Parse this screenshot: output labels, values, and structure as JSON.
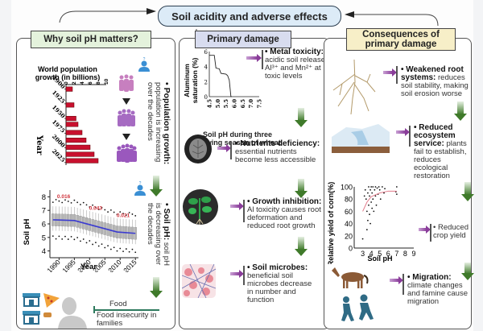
{
  "title": "Soil acidity and adverse effects",
  "panels": {
    "why": {
      "header": "Why soil pH matters?",
      "header_color": "#e4f2dc",
      "population_bullet": {
        "title": "• Population growth:",
        "text1": "population is increasing",
        "text2": "over the decades"
      },
      "ph_bullet": {
        "title": "• Soil pH:",
        "text0": " soil pH",
        "text1": "is decreasing over",
        "text2": "the decades"
      },
      "food_label": "Food",
      "food_insecurity": "Food insecurity in families"
    },
    "primary": {
      "header": "Primary damage",
      "header_color": "#d8dcef",
      "items": [
        {
          "title": "• Metal toxicity:",
          "lines": [
            "acidic soil release",
            "Al³⁺ and Mn²⁺ at",
            "toxic levels"
          ]
        },
        {
          "title": "• Nutrients deficiency:",
          "lines": [
            "essential nutrients",
            "become less accessible"
          ]
        },
        {
          "title": "• Growth inhibition:",
          "lines": [
            "Al toxicity causes root",
            "deformation and",
            "reduced root growth"
          ]
        },
        {
          "title": "• Soil microbes:",
          "lines": [
            "beneficial soil",
            "microbes decrease",
            "in number and",
            "function"
          ]
        }
      ]
    },
    "consequences": {
      "header_line1": "Consequences of",
      "header_line2": "primary damage",
      "header_color": "#f7efc8",
      "items": [
        {
          "title": "• Weakened root",
          "title2": "systems:",
          "rest": " reduces",
          "lines": [
            "soil stability, making",
            "soil erosion worse"
          ]
        },
        {
          "title": "• Reduced",
          "title2": "ecosystem",
          "title3": "service:",
          "rest": " plants",
          "lines": [
            "fail to establish,",
            "reduces",
            "ecological",
            "restoration"
          ]
        },
        {
          "title": "• Reduced",
          "lines": [
            "crop yield"
          ]
        },
        {
          "title": "• Migration:",
          "lines": [
            "climate changes",
            "and famine cause",
            "migration"
          ]
        }
      ]
    }
  },
  "chart_data": [
    {
      "type": "bar",
      "title": "World population growth (in billions)",
      "ylabel": "Year",
      "orientation": "horizontal",
      "tick_labels_year": [
        "1900",
        "1925",
        "1950",
        "1975",
        "2000",
        "2025"
      ],
      "value_ticks": [
        "0",
        "2",
        "4",
        "6",
        "8",
        "10"
      ],
      "xlim": [
        0,
        10
      ],
      "years": [
        1900,
        1927,
        1950,
        1960,
        1974,
        1987,
        1999,
        2011,
        2022
      ],
      "values": [
        1.6,
        2.0,
        2.5,
        3.0,
        4.0,
        5.0,
        6.0,
        7.0,
        8.0
      ],
      "color": "#c8102e"
    },
    {
      "type": "box",
      "title": "",
      "xlabel": "Year",
      "ylabel": "Soil pH",
      "xlim": [
        1987,
        2016
      ],
      "ylim": [
        3.5,
        8.5
      ],
      "x_ticks": [
        "1990",
        "1995",
        "2000",
        "2005",
        "2010",
        "2015"
      ],
      "y_ticks": [
        "4",
        "5",
        "6",
        "7",
        "8"
      ],
      "trend": {
        "x": [
          1988,
          1995,
          2009,
          2015
        ],
        "y": [
          6.3,
          6.25,
          5.4,
          5.3
        ]
      },
      "annotations": [
        {
          "text": "0.016",
          "x": 1991.5,
          "y": 7.9
        },
        {
          "text": "0.043",
          "x": 2002,
          "y": 7.05
        },
        {
          "text": "0.021",
          "x": 2011,
          "y": 6.5
        }
      ],
      "annotation_color": "#d0343c",
      "trend_color": "#3b3bd0"
    },
    {
      "type": "line",
      "title": "",
      "xlabel": "Soil pH during three growing season of wheat",
      "ylabel": "Aluminum saturation (%)",
      "xlim": [
        4.5,
        7.5
      ],
      "ylim": [
        0,
        6
      ],
      "x_ticks": [
        "4.5",
        "5.0",
        "5.5",
        "6.0",
        "6.5",
        "7.0",
        "7.5"
      ],
      "y_ticks": [
        "0",
        "2",
        "4",
        "6"
      ],
      "x": [
        4.5,
        4.8,
        4.9,
        5.1,
        5.2,
        5.5,
        5.6,
        5.7,
        5.8,
        5.85
      ],
      "y": [
        5.5,
        5.5,
        3.8,
        3.7,
        3.1,
        3.0,
        2.8,
        2.2,
        0,
        0
      ]
    },
    {
      "type": "scatter",
      "title": "",
      "xlabel": "Soil pH",
      "ylabel": "Relative yield of corn(%)",
      "xlim": [
        2,
        9
      ],
      "ylim": [
        0,
        100
      ],
      "x_ticks": [
        "3",
        "4",
        "5",
        "6",
        "7",
        "8",
        "9"
      ],
      "y_ticks": [
        "0",
        "20",
        "40",
        "60",
        "80",
        "100"
      ],
      "fit": {
        "x": [
          3,
          3.5,
          4,
          5,
          6,
          7
        ],
        "y": [
          60,
          75,
          84,
          90,
          93,
          93
        ]
      },
      "fit_color": "#e27a8a",
      "points": [
        [
          3,
          15
        ],
        [
          3.2,
          85
        ],
        [
          3.3,
          95
        ],
        [
          3.4,
          80
        ],
        [
          3.5,
          60
        ],
        [
          3.5,
          30
        ],
        [
          3.6,
          45
        ],
        [
          3.6,
          90
        ],
        [
          3.7,
          100
        ],
        [
          3.7,
          70
        ],
        [
          3.8,
          55
        ],
        [
          3.8,
          85
        ],
        [
          3.9,
          95
        ],
        [
          3.9,
          40
        ],
        [
          4,
          100
        ],
        [
          4,
          75
        ],
        [
          4.1,
          65
        ],
        [
          4.1,
          90
        ],
        [
          4.2,
          100
        ],
        [
          4.2,
          80
        ],
        [
          4.3,
          60
        ],
        [
          4.4,
          95
        ],
        [
          4.5,
          100
        ],
        [
          4.5,
          85
        ],
        [
          4.6,
          70
        ],
        [
          4.7,
          98
        ],
        [
          4.8,
          88
        ],
        [
          4.9,
          100
        ],
        [
          5,
          95
        ],
        [
          5.1,
          80
        ],
        [
          5.3,
          100
        ],
        [
          5.5,
          90
        ],
        [
          5.6,
          97
        ],
        [
          7,
          100
        ],
        [
          7,
          88
        ],
        [
          6.9,
          92
        ]
      ]
    }
  ]
}
